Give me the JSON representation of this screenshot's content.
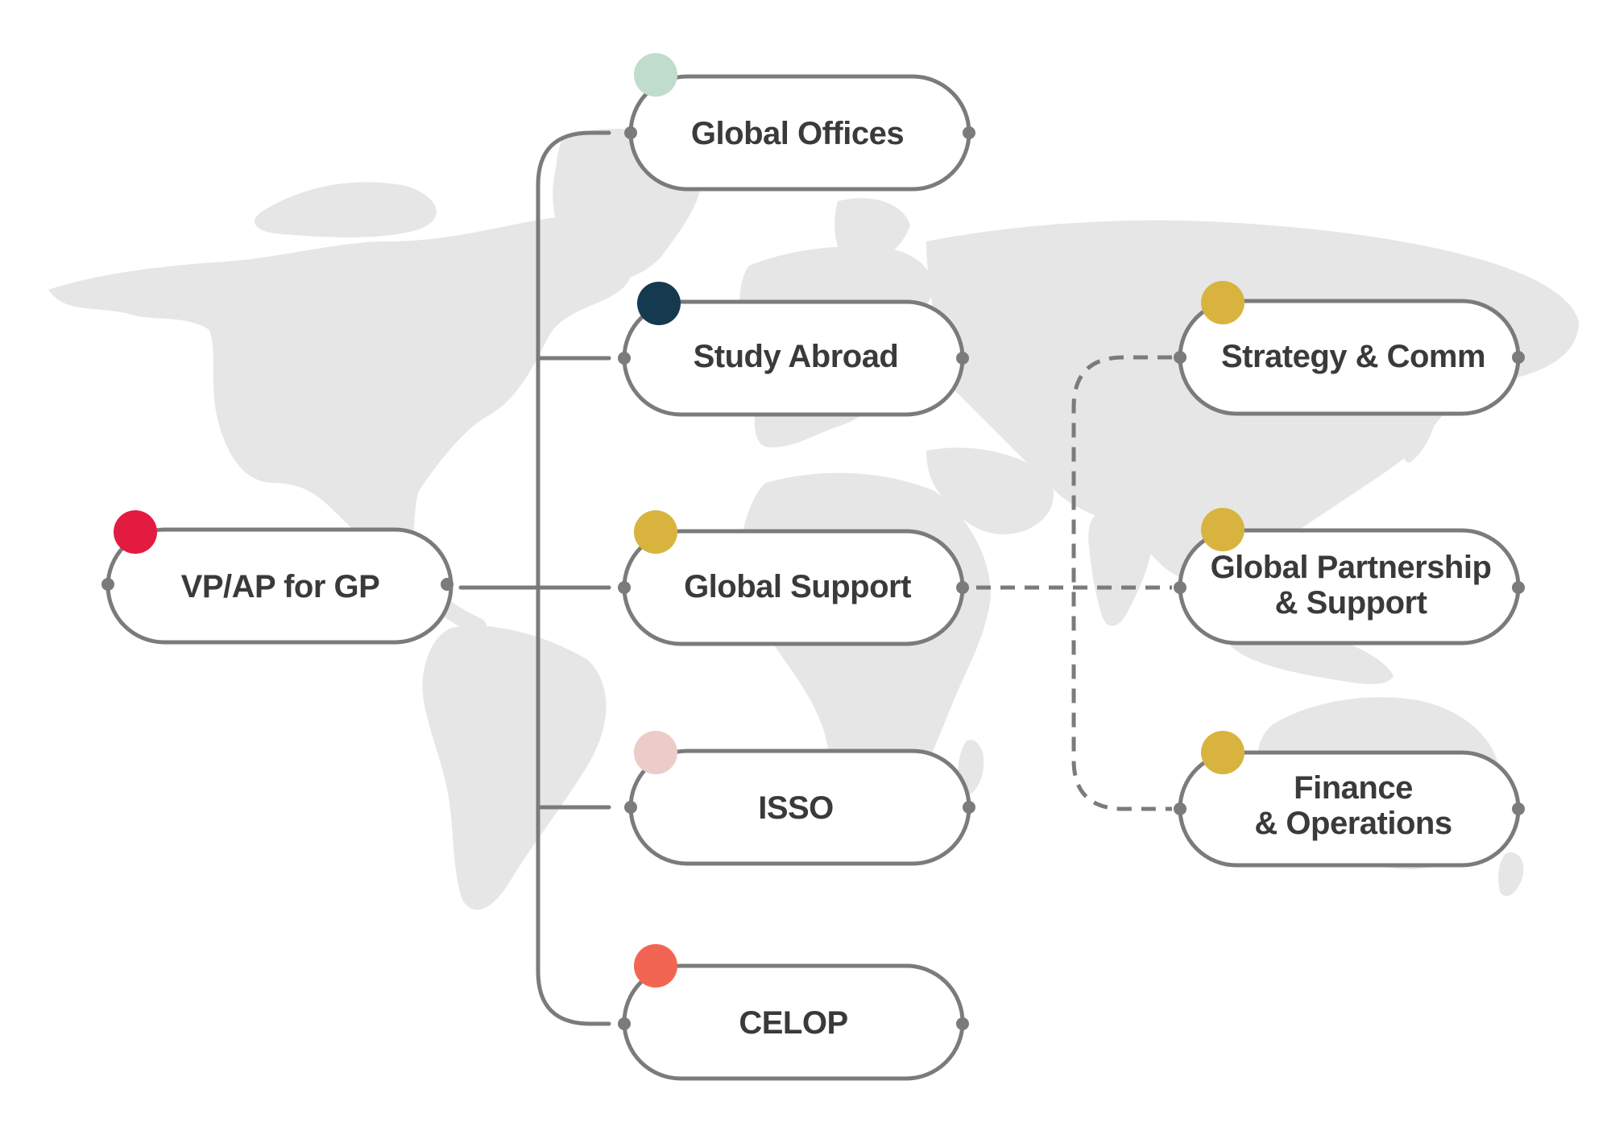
{
  "colors": {
    "line": "#7b7b7c",
    "map": "#e6e6e6",
    "red": "#e31b40",
    "mint": "#bfdccd",
    "navy": "#15394f",
    "gold": "#d8b43f",
    "pink": "#ecccc9",
    "coral": "#f26552"
  },
  "nodes": {
    "vp": {
      "label": "VP/AP for GP",
      "dot": "#e31b40"
    },
    "global_offices": {
      "label": "Global Offices",
      "dot": "#bfdccd"
    },
    "study_abroad": {
      "label": "Study Abroad",
      "dot": "#15394f"
    },
    "global_support": {
      "label": "Global Support",
      "dot": "#d8b43f"
    },
    "isso": {
      "label": "ISSO",
      "dot": "#ecccc9"
    },
    "celop": {
      "label": "CELOP",
      "dot": "#f26552"
    },
    "strategy": {
      "label": "Strategy & Comm",
      "dot": "#d8b43f"
    },
    "partnership": {
      "line1": "Global Partnership",
      "line2": "& Support",
      "dot": "#d8b43f"
    },
    "finance": {
      "line1": "Finance",
      "line2": "& Operations",
      "dot": "#d8b43f"
    }
  }
}
